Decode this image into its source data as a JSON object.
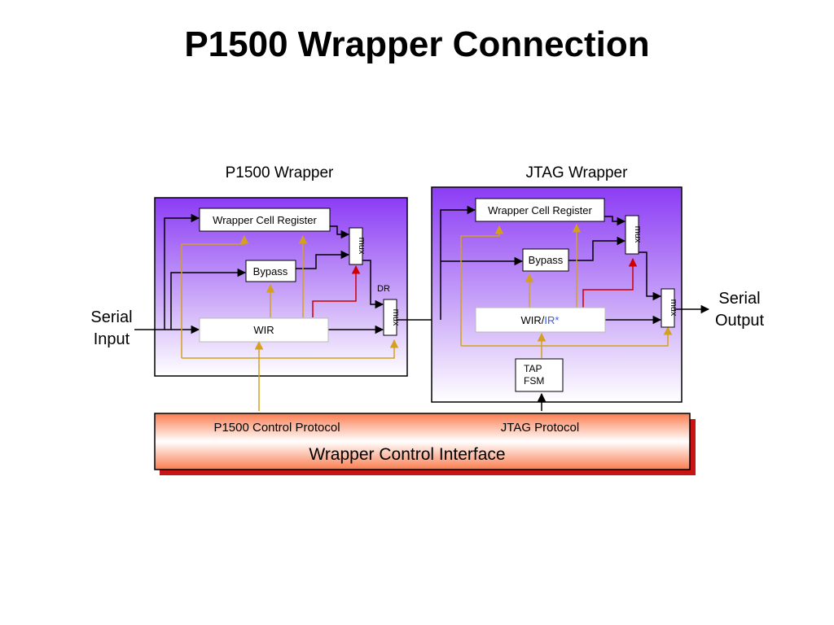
{
  "title": "P1500 Wrapper Connection",
  "p1500_wrapper": {
    "heading": "P1500 Wrapper",
    "wrapper_cell_register": "Wrapper Cell Register",
    "bypass": "Bypass",
    "wir": "WIR",
    "mux_upper": "mux",
    "mux_lower": "mux",
    "dr_label": "DR"
  },
  "jtag_wrapper": {
    "heading": "JTAG Wrapper",
    "wrapper_cell_register": "Wrapper Cell Register",
    "bypass": "Bypass",
    "wir": "WIR/",
    "ir": "IR*",
    "tap_fsm_line1": "TAP",
    "tap_fsm_line2": "FSM",
    "mux_upper": "mux",
    "mux_lower": "mux"
  },
  "serial_input": {
    "line1": "Serial",
    "line2": "Input"
  },
  "serial_output": {
    "line1": "Serial",
    "line2": "Output"
  },
  "control": {
    "p1500_protocol": "P1500 Control Protocol",
    "jtag_protocol": "JTAG Protocol",
    "interface": "Wrapper Control Interface"
  },
  "colors": {
    "purple": "#8c3cf5",
    "control_line": "#d4a020",
    "red_line": "#cc0000",
    "ir_blue": "#3c5ae6",
    "interface_orange": "#fa7d50",
    "shadow_red": "#c81414"
  }
}
